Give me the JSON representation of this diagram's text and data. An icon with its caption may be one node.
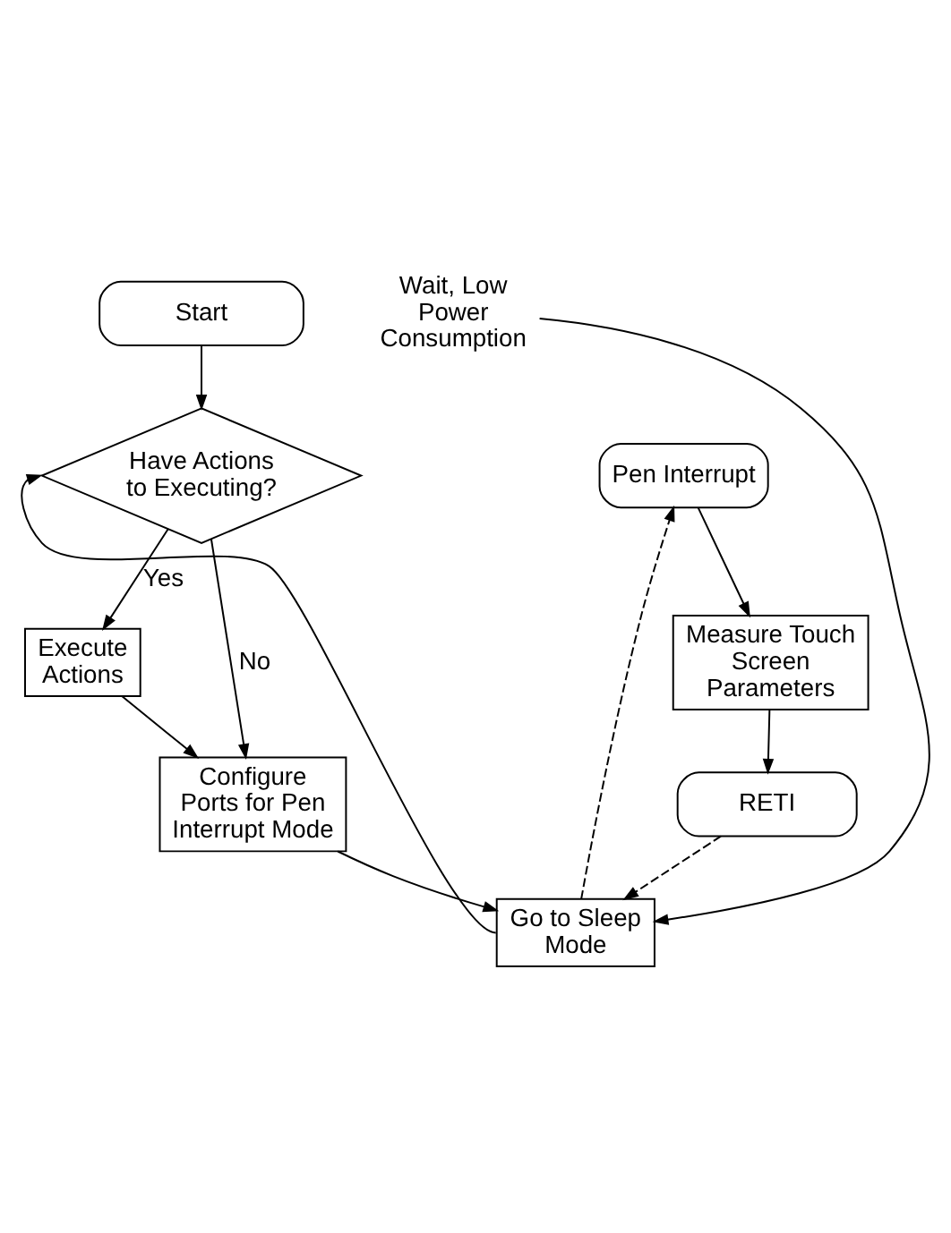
{
  "diagram": {
    "nodes": [
      {
        "text": [
          "Start"
        ]
      },
      {
        "text": [
          "Have Actions to Executing?"
        ]
      },
      {
        "text": [
          "Execute Actions"
        ]
      },
      {
        "text": [
          "Configure Ports for Pen Interrupt Mode"
        ]
      },
      {
        "text": [
          "Go to Sleep Mode"
        ]
      },
      {
        "text": [
          "Pen Interrupt"
        ]
      },
      {
        "text": [
          "Measure Touch Screen Parameters"
        ]
      },
      {
        "text": [
          "RETI"
        ]
      },
      {
        "text": [
          "Wait, Low Power Consumption"
        ]
      }
    ],
    "edges": [
      {
        "from": 0,
        "to": 1,
        "arrow": "to"
      },
      {
        "from": 1,
        "to": 2,
        "arrow": "to",
        "label": "Yes"
      },
      {
        "from": 1,
        "to": 3,
        "arrow": "to",
        "label": "No"
      },
      {
        "from": 2,
        "to": 3,
        "arrow": "to"
      },
      {
        "from": 3,
        "to": 4,
        "arrow": "to"
      },
      {
        "from": 4,
        "to": 1,
        "arrow": "to"
      },
      {
        "from": 4,
        "to": 5,
        "arrow": "to",
        "style": "dashed"
      },
      {
        "from": 5,
        "to": 6,
        "arrow": "to"
      },
      {
        "from": 6,
        "to": 7,
        "arrow": "to"
      },
      {
        "from": 7,
        "to": 4,
        "arrow": "to",
        "style": "dashed"
      },
      {
        "from": 8,
        "to": 4,
        "arrow": "to"
      }
    ]
  }
}
